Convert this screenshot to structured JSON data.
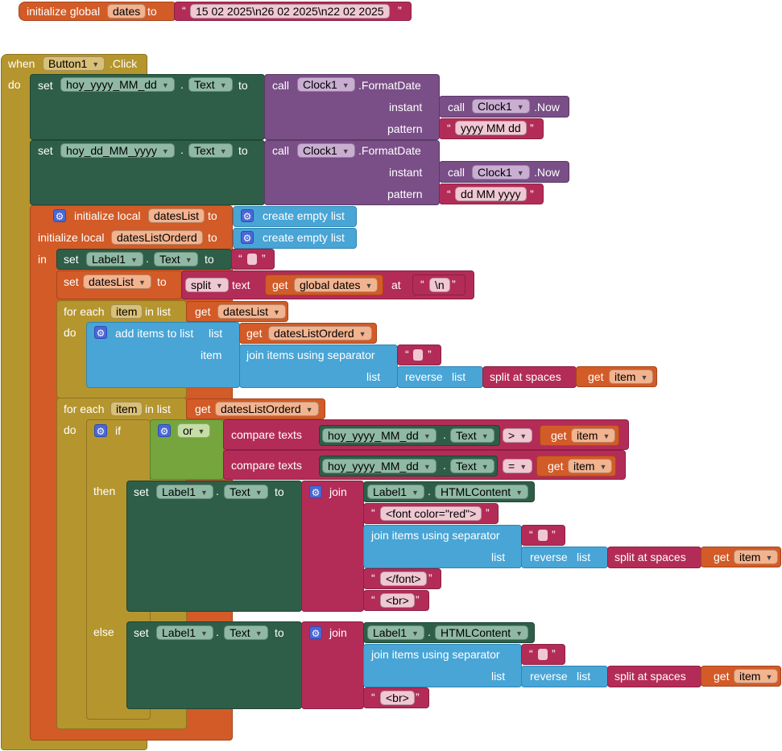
{
  "global": {
    "initialize_label": "initialize global",
    "name": "dates",
    "to_label": "to",
    "value": "15 02 2025\\n26 02 2025\\n22 02 2025"
  },
  "event": {
    "when_label": "when",
    "component": "Button1",
    "event_name": ".Click",
    "do_label": "do"
  },
  "set1": {
    "set_label": "set",
    "component": "hoy_yyyy_MM_dd",
    "property": "Text",
    "to_label": "to",
    "call_label": "call",
    "clock": "Clock1",
    "method": ".FormatDate",
    "instant_label": "instant",
    "now_call": "call",
    "now_clock": "Clock1",
    "now_method": ".Now",
    "pattern_label": "pattern",
    "pattern": "yyyy MM dd"
  },
  "set2": {
    "set_label": "set",
    "component": "hoy_dd_MM_yyyy",
    "property": "Text",
    "to_label": "to",
    "call_label": "call",
    "clock": "Clock1",
    "method": ".FormatDate",
    "instant_label": "instant",
    "now_call": "call",
    "now_clock": "Clock1",
    "now_method": ".Now",
    "pattern_label": "pattern",
    "pattern": "dd MM yyyy"
  },
  "local": {
    "init_label": "initialize local",
    "var1": "datesList",
    "var2": "datesListOrderd",
    "to_label": "to",
    "create_empty": "create empty list",
    "in_label": "in"
  },
  "body": {
    "set_label": "set",
    "label1": "Label1",
    "text_prop": "Text",
    "to_label": "to",
    "datesList": "datesList",
    "split": "split",
    "text_label": "text",
    "get_label": "get",
    "global_dates": "global dates",
    "at_label": "at",
    "newline": "\\n",
    "for_each": "for each",
    "item": "item",
    "in_list": "in list",
    "do_label": "do",
    "add_items": "add items to list",
    "list_label": "list",
    "item_label": "item",
    "datesListOrderd": "datesListOrderd",
    "join_sep": "join items using separator",
    "reverse": "reverse",
    "split_spaces": "split at spaces",
    "if_label": "if",
    "or_label": "or",
    "compare_texts": "compare texts",
    "hoy_comp": "hoy_yyyy_MM_dd",
    "op_gt": ">",
    "op_eq": "=",
    "then_label": "then",
    "else_label": "else",
    "join_label": "join",
    "html_content": "HTMLContent",
    "font_red": "<font color=\"red\">",
    "font_close": "</font>",
    "br": "<br>"
  }
}
